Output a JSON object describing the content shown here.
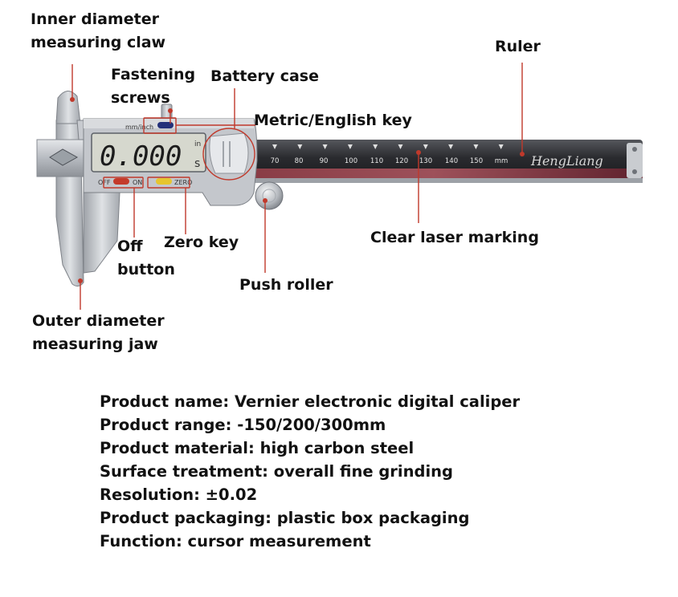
{
  "labels": {
    "inner_claw": [
      "Inner diameter",
      "measuring claw"
    ],
    "fastening": [
      "Fastening",
      "screws"
    ],
    "battery": "Battery case",
    "ruler": "Ruler",
    "metric_key": "Metric/English key",
    "clear_marking": "Clear laser marking",
    "off_button": [
      "Off",
      "button"
    ],
    "zero_key": "Zero key",
    "push_roller": "Push roller",
    "outer_jaw": [
      "Outer diameter",
      "measuring jaw"
    ]
  },
  "device": {
    "brand": "HengLiang",
    "display_value": "0.000",
    "unit_in": "in",
    "unit_s": "s",
    "mm_inch": "mm/inch",
    "off": "OFF",
    "on": "ON",
    "zero": "ZERO",
    "scale_numbers": [
      "70",
      "80",
      "90",
      "100",
      "110",
      "120",
      "130",
      "140",
      "150"
    ],
    "scale_unit": "mm"
  },
  "specs": [
    "Product name: Vernier electronic digital caliper",
    "Product range: -150/200/300mm",
    "Product material: high carbon steel",
    "Surface treatment: overall fine grinding",
    "Resolution: ±0.02",
    "Product packaging: plastic box packaging",
    "Function: cursor measurement"
  ],
  "colors": {
    "accent_line": "#c0392b",
    "beam": "#2b2b2e",
    "steel": "#b8bcc2",
    "lcd": "#d7d9cf"
  }
}
